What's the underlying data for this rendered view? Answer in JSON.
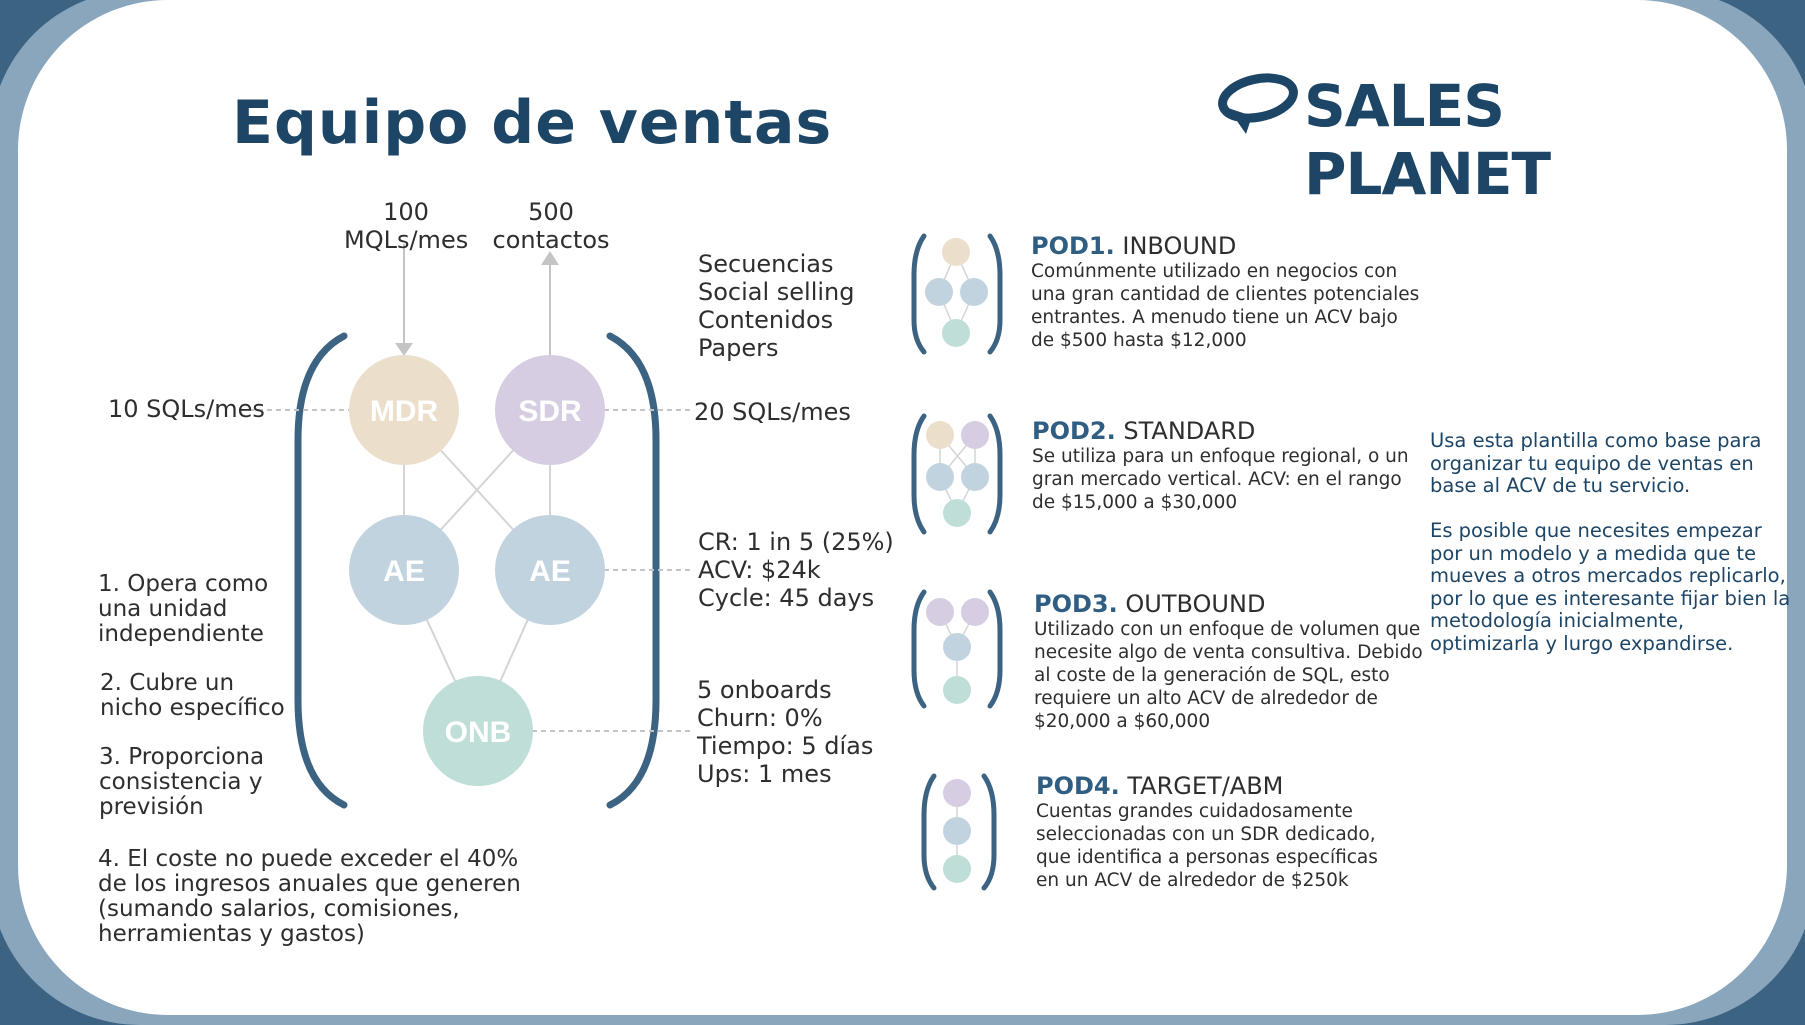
{
  "title": "Equipo de ventas",
  "brand": {
    "name": "SALES PLANET",
    "mark": "planet-orbit-logo"
  },
  "colors": {
    "navy": "#1d4566",
    "bracket": "#3d6383",
    "mdr": "#ebdfcc",
    "sdr": "#d6cde2",
    "ae": "#c2d3e0",
    "onb": "#bfded8",
    "frame": "#3d6383"
  },
  "diagram": {
    "input_left": {
      "value": "100",
      "unit": "MQLs/mes"
    },
    "input_right": {
      "value": "500",
      "unit": "contactos"
    },
    "nodes": {
      "mdr": "MDR",
      "sdr": "SDR",
      "ae1": "AE",
      "ae2": "AE",
      "onb": "ONB"
    },
    "left_metric": "10 SQLs/mes",
    "right_metric": "20 SQLs/mes",
    "activities": [
      "Secuencias",
      "Social selling",
      "Contenidos",
      "Papers"
    ],
    "ae_metrics": [
      "CR: 1 in 5 (25%)",
      "ACV: $24k",
      "Cycle: 45 days"
    ],
    "onb_metrics": [
      "5 onboards",
      "Churn: 0%",
      "Tiempo: 5 días",
      "Ups: 1 mes"
    ]
  },
  "principles": [
    [
      "1. Opera como",
      "una unidad",
      "independiente"
    ],
    [
      "2. Cubre un",
      "nicho específico"
    ],
    [
      "3. Proporciona",
      "consistencia y",
      "previsión"
    ],
    [
      "4. El coste no puede exceder el 40%",
      "de los ingresos anuales que generen",
      "(sumando salarios, comisiones,",
      "herramientas y gastos)"
    ]
  ],
  "pods": [
    {
      "label": "POD1.",
      "name": "INBOUND",
      "desc": [
        "Comúnmente utilizado en negocios con",
        "una gran cantidad de clientes potenciales",
        "entrantes. A menudo tiene un ACV bajo",
        "de $500 hasta $12,000"
      ]
    },
    {
      "label": "POD2.",
      "name": "STANDARD",
      "desc": [
        "Se utiliza para un enfoque regional, o un",
        "gran mercado vertical. ACV: en el rango",
        "de $15,000 a $30,000"
      ]
    },
    {
      "label": "POD3.",
      "name": "OUTBOUND",
      "desc": [
        "Utilizado con un enfoque de volumen que",
        "necesite algo de venta consultiva. Debido",
        "al coste de la generación de SQL, esto",
        "requiere un alto ACV de alrededor de",
        "$20,000 a $60,000"
      ]
    },
    {
      "label": "POD4.",
      "name": "TARGET/ABM",
      "desc": [
        "Cuentas grandes cuidadosamente",
        "seleccionadas con un SDR dedicado,",
        "que identifica a personas específicas",
        "en un ACV de alrededor de $250k"
      ]
    }
  ],
  "side_note": [
    [
      "Usa esta plantilla como base para",
      "organizar tu equipo de ventas en",
      "base al ACV de tu servicio."
    ],
    [
      "Es posible que necesites empezar",
      "por un modelo y a medida que te",
      "mueves a otros mercados replicarlo,",
      "por lo que es interesante fijar bien la",
      "metodología inicialmente,",
      "optimizarla y lurgo expandirse."
    ]
  ]
}
